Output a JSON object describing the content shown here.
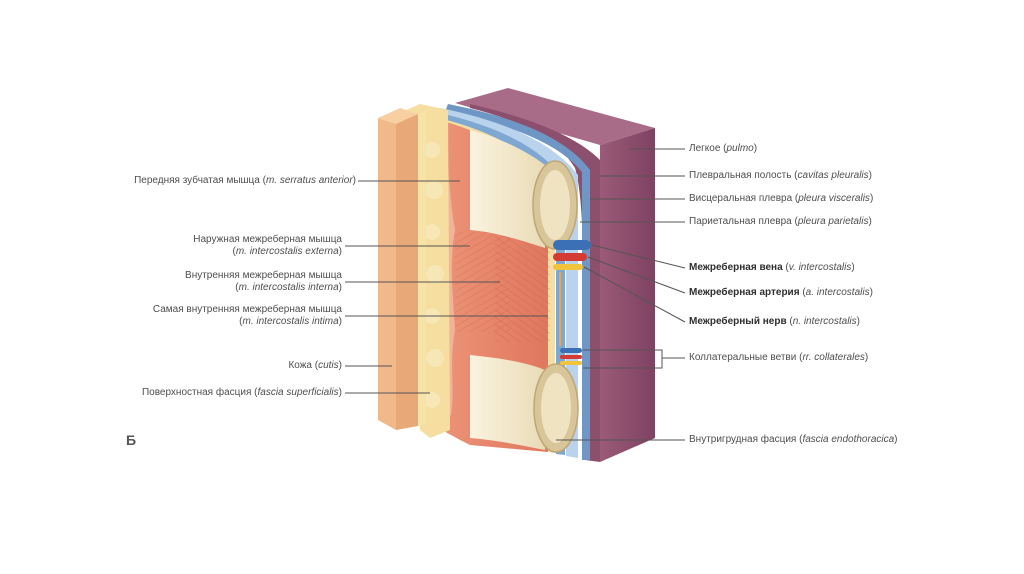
{
  "panel_letter": "Б",
  "labels_left": [
    {
      "id": "serratus",
      "l1": "Передняя зубчатая мышца (",
      "lat1": "m. serratus anterior",
      "r1": ")",
      "l2": "",
      "lat2": "",
      "r2": ""
    },
    {
      "id": "ext",
      "l1": "Наружная межреберная мышца",
      "lat1": "",
      "r1": "",
      "l2": "(",
      "lat2": "m. intercostalis externa",
      "r2": ")"
    },
    {
      "id": "int",
      "l1": "Внутренняя межреберная мышца",
      "lat1": "",
      "r1": "",
      "l2": "(",
      "lat2": "m. intercostalis interna",
      "r2": ")"
    },
    {
      "id": "intima",
      "l1": "Самая внутренняя межреберная мышца",
      "lat1": "",
      "r1": "",
      "l2": "(",
      "lat2": "m. intercostalis intima",
      "r2": ")"
    },
    {
      "id": "skin",
      "l1": "Кожа (",
      "lat1": "cutis",
      "r1": ")",
      "l2": "",
      "lat2": "",
      "r2": ""
    },
    {
      "id": "fascia",
      "l1": "Поверхностная фасция (",
      "lat1": "fascia superficialis",
      "r1": ")",
      "l2": "",
      "lat2": "",
      "r2": ""
    }
  ],
  "labels_right": [
    {
      "id": "pulmo",
      "bold": "",
      "plain": "Легкое (",
      "lat": "pulmo",
      "end": ")"
    },
    {
      "id": "cavity",
      "bold": "",
      "plain": "Плевральная полость (",
      "lat": "cavitas pleuralis",
      "end": ")"
    },
    {
      "id": "visc",
      "bold": "",
      "plain": "Висцеральная плевра (",
      "lat": "pleura visceralis",
      "end": ")"
    },
    {
      "id": "pariet",
      "bold": "",
      "plain": "Париетальная плевра (",
      "lat": "pleura parietalis",
      "end": ")"
    },
    {
      "id": "vein",
      "bold": "Межреберная вена",
      "plain": " (",
      "lat": "v. intercostalis",
      "end": ")"
    },
    {
      "id": "artery",
      "bold": "Межреберная артерия",
      "plain": " (",
      "lat": "a. intercostalis",
      "end": ")"
    },
    {
      "id": "nerve",
      "bold": "Межреберный нерв",
      "plain": " (",
      "lat": "n. intercostalis",
      "end": ")"
    },
    {
      "id": "collat",
      "bold": "",
      "plain": "Коллатеральные ветви (",
      "lat": "rr. collaterales",
      "end": ")"
    },
    {
      "id": "endo",
      "bold": "",
      "plain": "Внутригрудная фасция (",
      "lat": "fascia endothoracica",
      "end": ")"
    }
  ],
  "colors": {
    "lung": "#8c4d6c",
    "lung_top": "#a06682",
    "pleura_blue": "#7fa6cf",
    "pleura_light": "#b9d2ea",
    "fat_yellow": "#f4d68a",
    "skin": "#f1b98a",
    "muscle": "#e6876e",
    "bone": "#f2e7c9",
    "vein": "#3b6fb6",
    "artery": "#d43b32",
    "nerve": "#f2c43c",
    "leader": "#555555"
  }
}
